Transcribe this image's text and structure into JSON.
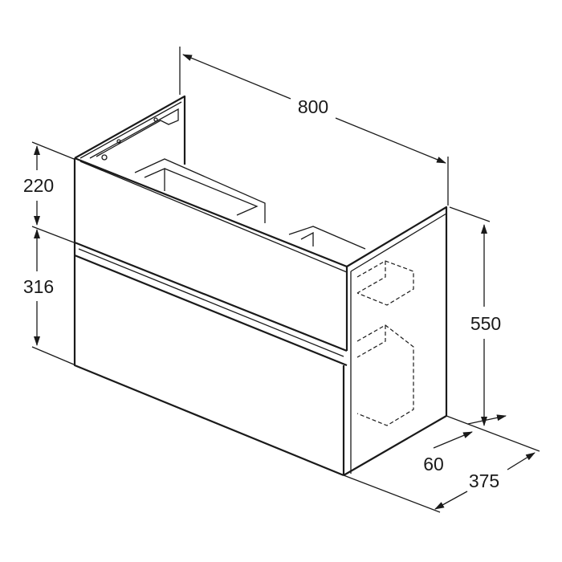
{
  "dimensions": {
    "width": "800",
    "top_drawer_height": "220",
    "bottom_drawer_height": "316",
    "total_height": "550",
    "side_offset": "60",
    "depth": "375"
  },
  "colors": {
    "line": "#1a1a1a",
    "background": "#ffffff"
  }
}
